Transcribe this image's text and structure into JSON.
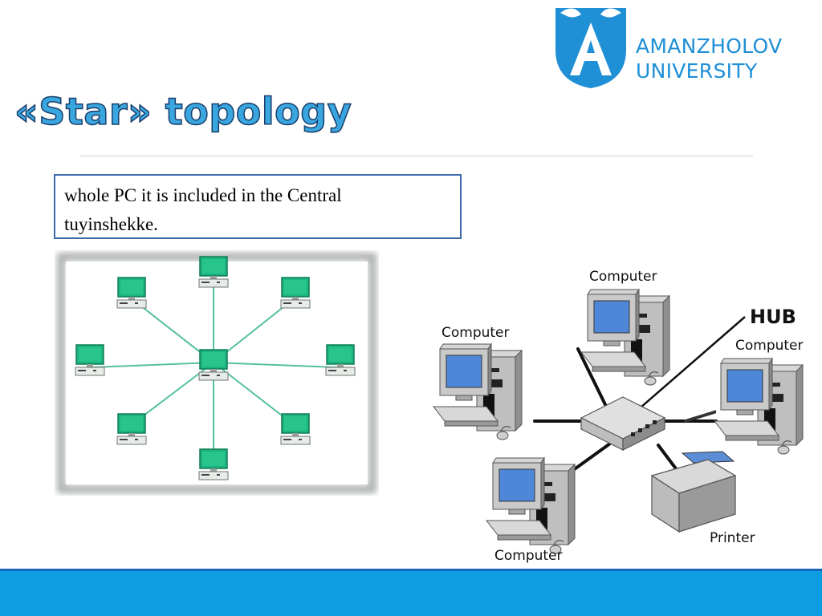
{
  "logo": {
    "line1": "AMANZHOLOV",
    "line2": "UNIVERSITY",
    "mark_letter": "A",
    "brand_color": "#1f8fd6",
    "icon": "university-logo-icon"
  },
  "slide": {
    "title": "«Star» topology",
    "body_line1": "whole PC it is included in the Central",
    "body_line2": "tuyinshekke."
  },
  "star_diagram": {
    "icon": "star-network-diagram-icon",
    "node_color": "#1db37f",
    "node_count": 8
  },
  "hub_diagram": {
    "hub_label": "HUB",
    "labels": {
      "computer_top": "Computer",
      "computer_left": "Computer",
      "computer_right": "Computer",
      "computer_bottom": "Computer",
      "printer": "Printer"
    }
  },
  "footer": {
    "bar_color": "#0e9de0",
    "stripe_color": "#1565b8"
  }
}
